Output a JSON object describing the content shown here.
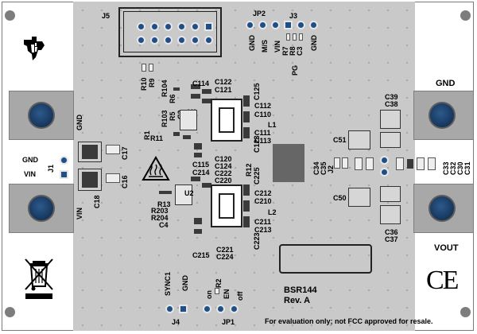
{
  "silkscreen": {
    "j5": "J5",
    "jp2": "JP2",
    "j3": "J3",
    "jp2_ms": "M/S",
    "j3_gnd": "GND",
    "j3_vin": "VIN",
    "j3_gnd2": "GND",
    "r7": "R7",
    "r8": "R8",
    "c3": "C3",
    "pg": "PG",
    "r10": "R10",
    "r9": "R9",
    "r104": "R104",
    "r6": "R6",
    "r103": "R103",
    "r5": "R5",
    "r11": "R11",
    "r1": "R1",
    "c2": "C2",
    "u1": "U1",
    "c114": "C114",
    "c122": "C122",
    "c121_top": "C121",
    "c125": "C125",
    "c112": "C112",
    "c110": "C110",
    "l1": "L1",
    "c111": "C111",
    "c113": "C113",
    "c123": "C123",
    "c115": "C115",
    "c214": "C214",
    "c120": "C120",
    "c124": "C124",
    "c222": "C222",
    "c220": "C220",
    "r12": "R12",
    "c225": "C225",
    "r13": "R13",
    "r203": "R203",
    "r204": "R204",
    "c4": "C4",
    "u2": "U2",
    "c212": "C212",
    "c210": "C210",
    "l2": "L2",
    "c211": "C211",
    "c213": "C213",
    "c223": "C223",
    "c215": "C215",
    "c221": "C221",
    "c224": "C224",
    "gnd_left": "GND",
    "gnd_j1": "GND",
    "vin_j1": "VIN",
    "j1": "J1",
    "vin_left": "VIN",
    "c17": "C17",
    "c16": "C16",
    "c18": "C18",
    "gnd_right": "GND",
    "c39": "C39",
    "c38": "C38",
    "c51": "C51",
    "c34": "C34",
    "c35": "C35",
    "j2": "J2",
    "c33": "C33",
    "c32": "C32",
    "c30": "C30",
    "c31": "C31",
    "c50": "C50",
    "c36": "C36",
    "c37": "C37",
    "vout": "VOUT",
    "sync1": "SYNC1",
    "gnd_j4": "GND",
    "j4": "J4",
    "on": "on",
    "r2": "R2",
    "en": "EN",
    "off": "off",
    "jp1": "JP1",
    "board_name": "BSR144",
    "board_rev": "Rev. A",
    "fcc_note": "For evaluation only; not FCC approved for resale."
  },
  "icons": [
    "ti-logo-icon",
    "hot-surface-warning-icon",
    "weee-bin-icon",
    "ce-mark-icon"
  ],
  "ce_text": "CE",
  "colors": {
    "board": "#c9c9c9",
    "pad": "#1f4f86",
    "screw": "#1b3d66",
    "hole": "#7d7d7d"
  }
}
